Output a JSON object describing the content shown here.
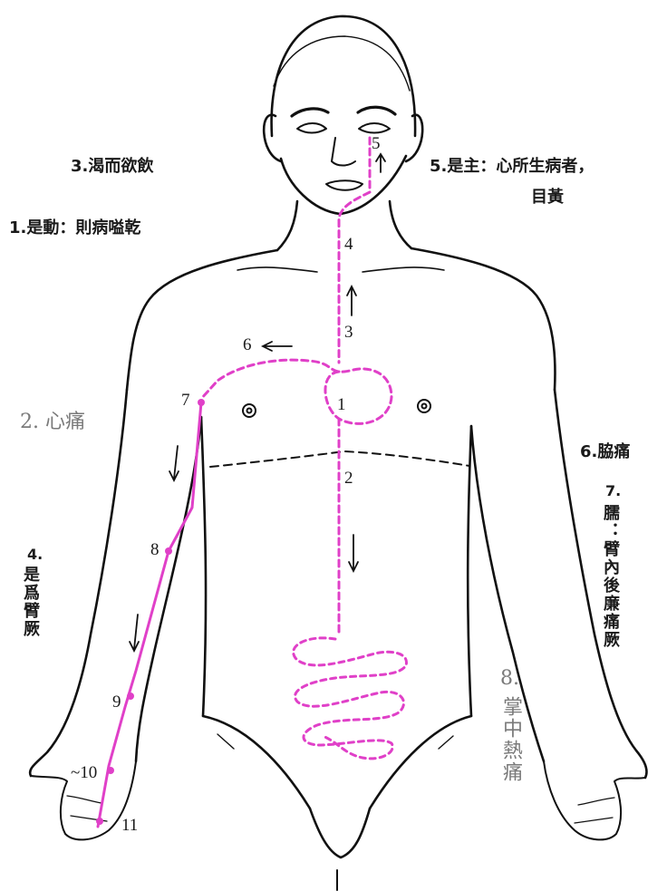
{
  "labels": {
    "l1": "1.是動：則病嗌乾",
    "l2": "2. 心痛",
    "l3": "3.渴而欲飲",
    "l4_num": "4.",
    "l4_text": "是爲臂厥",
    "l5_line1": "5.是主：心所生病者，",
    "l5_line2": "目黃",
    "l6": "6.脇痛",
    "l7_num": "7.",
    "l7_text": "臑：臂內後廉痛厥",
    "l8_num": "8.",
    "l8_text": "掌中熱痛"
  },
  "path_numbers": [
    "1",
    "2",
    "3",
    "4",
    "5",
    "6",
    "7",
    "8",
    "9",
    "~10",
    "11"
  ],
  "colors": {
    "meridian": "#e040c8",
    "outline": "#111111",
    "gray_text": "#7a7a7a"
  }
}
